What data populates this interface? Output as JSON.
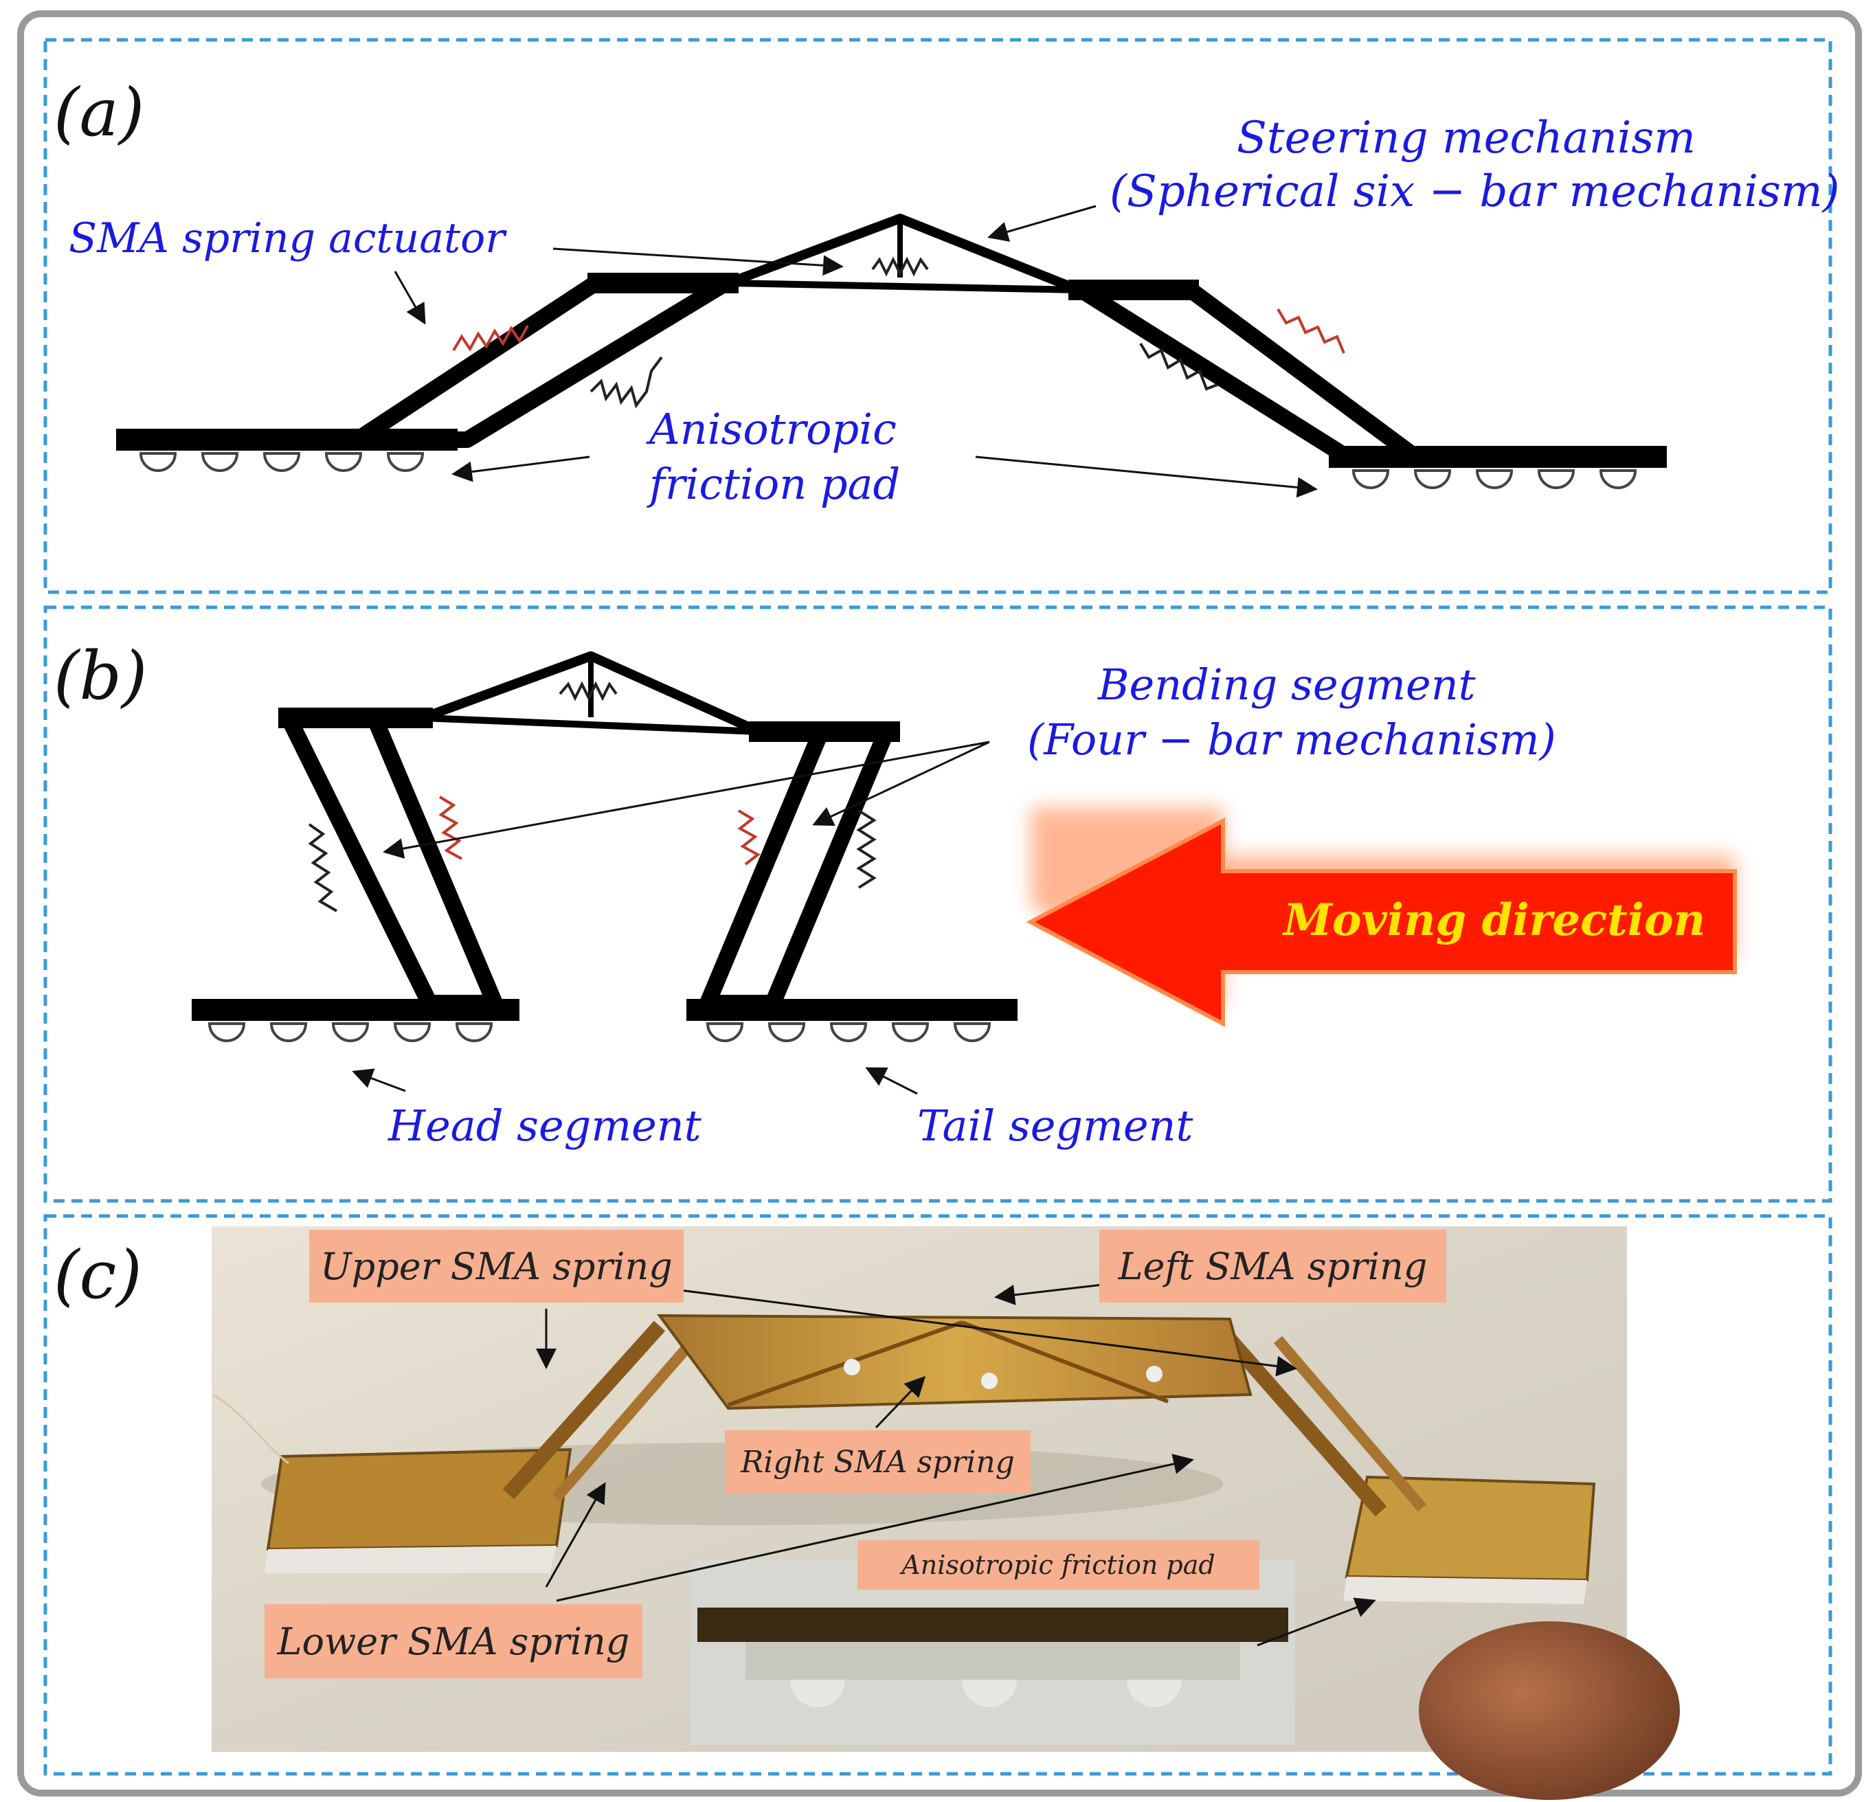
{
  "panels": {
    "a": {
      "label": "(a)",
      "sma_spring_actuator": "SMA spring actuator",
      "steering_line1": "Steering mechanism",
      "steering_line2": "(Spherical six − bar mechanism)",
      "friction_line1": "Anisotropic",
      "friction_line2": "friction pad"
    },
    "b": {
      "label": "(b)",
      "bending_line1": "Bending segment",
      "bending_line2": "(Four − bar mechanism)",
      "moving_direction": "Moving direction",
      "head_segment": "Head segment",
      "tail_segment": "Tail segment"
    },
    "c": {
      "label": "(c)",
      "upper_sma_spring": "Upper SMA spring",
      "left_sma_spring": "Left SMA spring",
      "right_sma_spring": "Right SMA spring",
      "anisotropic_friction_pad": "Anisotropic friction pad",
      "lower_sma_spring": "Lower SMA spring"
    }
  },
  "colors": {
    "label_blue": "#1a1ae0",
    "box_fill": "#f6b090",
    "arrow_red": "#ff1a00",
    "arrow_text": "#ffe400",
    "frame_dash": "#3a9ad9",
    "frame_outer": "#9a9a9a"
  }
}
